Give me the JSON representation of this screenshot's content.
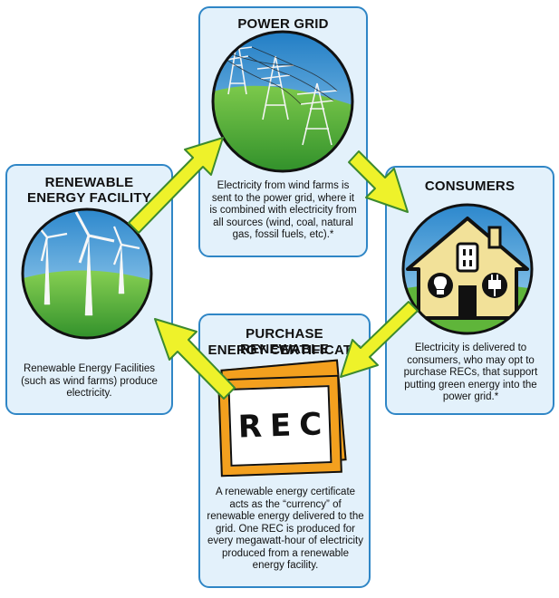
{
  "nodes": {
    "power_grid": {
      "title": "POWER GRID",
      "description": "Electricity from wind farms is sent to the power grid, where it is combined with electricity from all sources (wind, coal, natural gas, fossil fuels, etc).*"
    },
    "renewable_facility": {
      "title_line1": "RENEWABLE",
      "title_line2": "ENERGY FACILITY",
      "description": "Renewable Energy Facilities (such as wind farms) produce electricity."
    },
    "consumers": {
      "title": "CONSUMERS",
      "description": "Electricity is delivered to consumers, who may opt to purchase RECs, that support putting green energy into the power grid.*"
    },
    "purchase_rec": {
      "title_line1": "PURCHASE RENEWABLE",
      "title_line2": "ENERGY CERTIFICATE",
      "certificate_text": "REC",
      "description": "A renewable energy certificate acts as the “currency” of renewable energy delivered to the grid. One REC is produced for every megawatt-hour of electricity produced from a renewable energy facility."
    }
  },
  "colors": {
    "card_fill": "#e3f1fb",
    "card_border": "#2f86c6",
    "arrow_fill": "#eef22a",
    "arrow_stroke": "#3d8a2f",
    "grass": "#5fb53a",
    "sky": "#3fa0d8",
    "house": "#f2e199",
    "cert_orange": "#f3a01e"
  }
}
